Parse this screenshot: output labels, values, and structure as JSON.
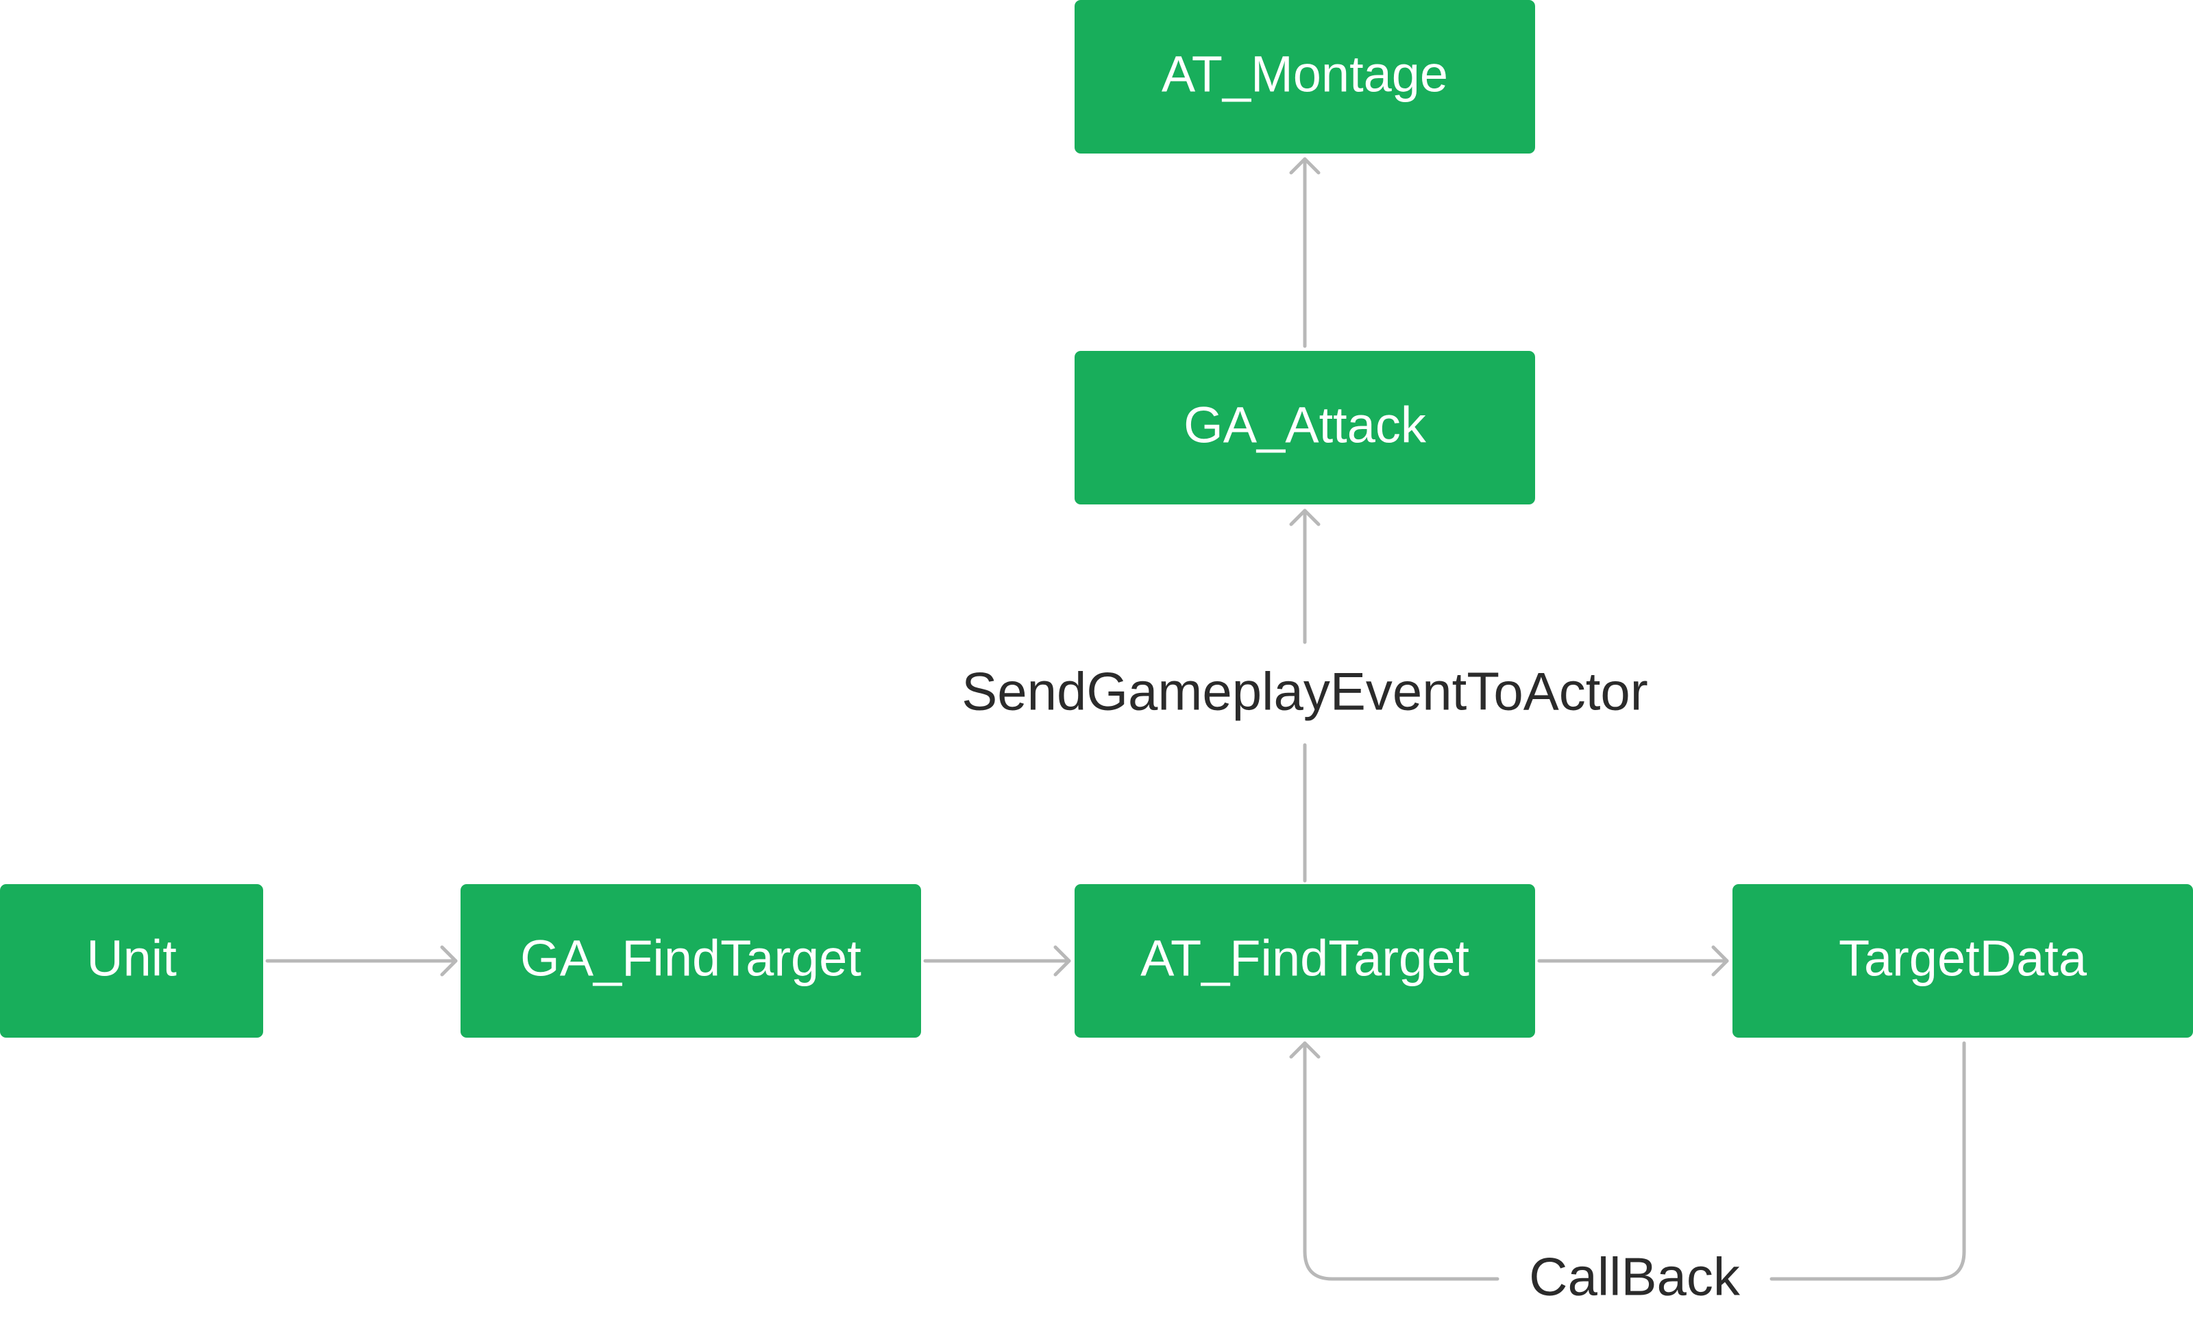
{
  "colors": {
    "node_fill": "#18ae5b",
    "node_text": "#ffffff",
    "edge_stroke": "#b8b8b8",
    "edge_label_text": "#2b2b2b"
  },
  "nodes": {
    "unit": "Unit",
    "ga_findtarget": "GA_FindTarget",
    "at_findtarget": "AT_FindTarget",
    "targetdata": "TargetData",
    "ga_attack": "GA_Attack",
    "at_montage": "AT_Montage"
  },
  "edges": [
    {
      "from": "unit",
      "to": "ga_findtarget",
      "label": ""
    },
    {
      "from": "ga_findtarget",
      "to": "at_findtarget",
      "label": ""
    },
    {
      "from": "at_findtarget",
      "to": "targetdata",
      "label": ""
    },
    {
      "from": "at_findtarget",
      "to": "ga_attack",
      "label": "SendGameplayEventToActor"
    },
    {
      "from": "ga_attack",
      "to": "at_montage",
      "label": ""
    },
    {
      "from": "targetdata",
      "to": "at_findtarget",
      "label": "CallBack"
    }
  ]
}
